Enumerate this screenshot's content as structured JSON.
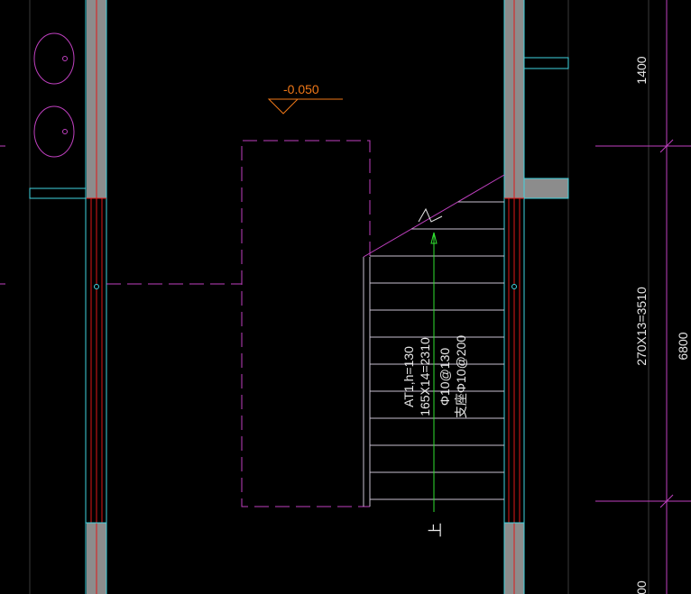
{
  "drawing": {
    "elevation_label": "-0.050",
    "stair": {
      "line1": "AT1,h=130",
      "line2": "165X14=2310",
      "line3": "Φ10@130",
      "line4": "支座Φ10@200",
      "direction_label": "上"
    },
    "dimensions": {
      "top_segment": "1400",
      "middle_segment": "270X13=3510",
      "total": "6800",
      "bottom_segment": "00"
    }
  },
  "colors": {
    "background": "#000000",
    "wall_fill": "#8c8c8c",
    "cyan": "#3fd4e0",
    "red": "#e01818",
    "magenta": "#c040c0",
    "orange": "#f07818",
    "green": "#30e030",
    "white": "#e8e8e8",
    "stair_line": "#c8c0d0"
  }
}
